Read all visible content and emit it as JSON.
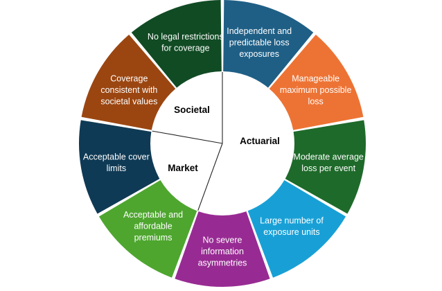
{
  "diagram": {
    "segments": [
      {
        "lines": [
          "Independent and",
          "predictable loss",
          "exposures"
        ],
        "color": "#1f5f86"
      },
      {
        "lines": [
          "Manageable",
          "maximum possible",
          "loss"
        ],
        "color": "#ed7334"
      },
      {
        "lines": [
          "Moderate average",
          "loss per event"
        ],
        "color": "#1e6a2a"
      },
      {
        "lines": [
          "Large number of",
          "exposure units"
        ],
        "color": "#18a0d6"
      },
      {
        "lines": [
          "No severe",
          "information",
          "asymmetries"
        ],
        "color": "#982b93"
      },
      {
        "lines": [
          "Acceptable and",
          "affordable",
          "premiums"
        ],
        "color": "#4ea62f"
      },
      {
        "lines": [
          "Acceptable cover",
          "limits"
        ],
        "color": "#0f3a55"
      },
      {
        "lines": [
          "Coverage",
          "consistent with",
          "societal values"
        ],
        "color": "#9b4611"
      },
      {
        "lines": [
          "No legal restrictions",
          "for coverage"
        ],
        "color": "#114b24"
      }
    ],
    "center": {
      "actuarial": "Actuarial",
      "market": "Market",
      "societal": "Societal"
    }
  }
}
